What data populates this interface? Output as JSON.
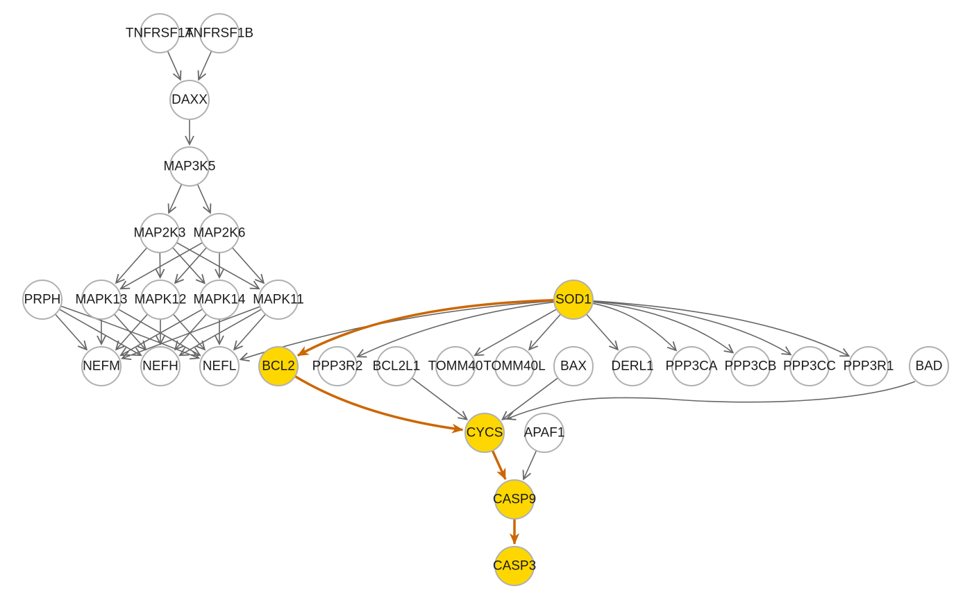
{
  "title": "Pathway network",
  "colors": {
    "highlight_fill": "#FFD700",
    "normal_fill": "#FFFFFF",
    "normal_edge": "#666666",
    "highlight_edge": "#CC6600"
  },
  "nodes": [
    {
      "id": "TNFRSF1A",
      "label": "TNFRSF1A",
      "highlight": false
    },
    {
      "id": "TNFRSF1B",
      "label": "TNFRSF1B",
      "highlight": false
    },
    {
      "id": "DAXX",
      "label": "DAXX",
      "highlight": false
    },
    {
      "id": "MAP3K5",
      "label": "MAP3K5",
      "highlight": false
    },
    {
      "id": "MAP2K3",
      "label": "MAP2K3",
      "highlight": false
    },
    {
      "id": "MAP2K6",
      "label": "MAP2K6",
      "highlight": false
    },
    {
      "id": "PRPH",
      "label": "PRPH",
      "highlight": false
    },
    {
      "id": "MAPK13",
      "label": "MAPK13",
      "highlight": false
    },
    {
      "id": "MAPK12",
      "label": "MAPK12",
      "highlight": false
    },
    {
      "id": "MAPK14",
      "label": "MAPK14",
      "highlight": false
    },
    {
      "id": "MAPK11",
      "label": "MAPK11",
      "highlight": false
    },
    {
      "id": "SOD1",
      "label": "SOD1",
      "highlight": true
    },
    {
      "id": "NEFM",
      "label": "NEFM",
      "highlight": false
    },
    {
      "id": "NEFH",
      "label": "NEFH",
      "highlight": false
    },
    {
      "id": "NEFL",
      "label": "NEFL",
      "highlight": false
    },
    {
      "id": "BCL2",
      "label": "BCL2",
      "highlight": true
    },
    {
      "id": "PPP3R2",
      "label": "PPP3R2",
      "highlight": false
    },
    {
      "id": "BCL2L1",
      "label": "BCL2L1",
      "highlight": false
    },
    {
      "id": "TOMM40",
      "label": "TOMM40",
      "highlight": false
    },
    {
      "id": "TOMM40L",
      "label": "TOMM40L",
      "highlight": false
    },
    {
      "id": "BAX",
      "label": "BAX",
      "highlight": false
    },
    {
      "id": "DERL1",
      "label": "DERL1",
      "highlight": false
    },
    {
      "id": "PPP3CA",
      "label": "PPP3CA",
      "highlight": false
    },
    {
      "id": "PPP3CB",
      "label": "PPP3CB",
      "highlight": false
    },
    {
      "id": "PPP3CC",
      "label": "PPP3CC",
      "highlight": false
    },
    {
      "id": "PPP3R1",
      "label": "PPP3R1",
      "highlight": false
    },
    {
      "id": "BAD",
      "label": "BAD",
      "highlight": false
    },
    {
      "id": "CYCS",
      "label": "CYCS",
      "highlight": true
    },
    {
      "id": "APAF1",
      "label": "APAF1",
      "highlight": false
    },
    {
      "id": "CASP9",
      "label": "CASP9",
      "highlight": true
    },
    {
      "id": "CASP3",
      "label": "CASP3",
      "highlight": true
    }
  ],
  "edges": [
    {
      "from": "TNFRSF1A",
      "to": "DAXX",
      "highlight": false
    },
    {
      "from": "TNFRSF1B",
      "to": "DAXX",
      "highlight": false
    },
    {
      "from": "DAXX",
      "to": "MAP3K5",
      "highlight": false
    },
    {
      "from": "MAP3K5",
      "to": "MAP2K3",
      "highlight": false
    },
    {
      "from": "MAP3K5",
      "to": "MAP2K6",
      "highlight": false
    },
    {
      "from": "MAP2K3",
      "to": "MAPK13",
      "highlight": false
    },
    {
      "from": "MAP2K3",
      "to": "MAPK12",
      "highlight": false
    },
    {
      "from": "MAP2K3",
      "to": "MAPK14",
      "highlight": false
    },
    {
      "from": "MAP2K3",
      "to": "MAPK11",
      "highlight": false
    },
    {
      "from": "MAP2K6",
      "to": "MAPK13",
      "highlight": false
    },
    {
      "from": "MAP2K6",
      "to": "MAPK12",
      "highlight": false
    },
    {
      "from": "MAP2K6",
      "to": "MAPK14",
      "highlight": false
    },
    {
      "from": "MAP2K6",
      "to": "MAPK11",
      "highlight": false
    },
    {
      "from": "PRPH",
      "to": "NEFM",
      "highlight": false
    },
    {
      "from": "PRPH",
      "to": "NEFH",
      "highlight": false
    },
    {
      "from": "PRPH",
      "to": "NEFL",
      "highlight": false
    },
    {
      "from": "MAPK13",
      "to": "NEFM",
      "highlight": false
    },
    {
      "from": "MAPK13",
      "to": "NEFH",
      "highlight": false
    },
    {
      "from": "MAPK13",
      "to": "NEFL",
      "highlight": false
    },
    {
      "from": "MAPK12",
      "to": "NEFM",
      "highlight": false
    },
    {
      "from": "MAPK12",
      "to": "NEFH",
      "highlight": false
    },
    {
      "from": "MAPK12",
      "to": "NEFL",
      "highlight": false
    },
    {
      "from": "MAPK14",
      "to": "NEFM",
      "highlight": false
    },
    {
      "from": "MAPK14",
      "to": "NEFH",
      "highlight": false
    },
    {
      "from": "MAPK14",
      "to": "NEFL",
      "highlight": false
    },
    {
      "from": "MAPK11",
      "to": "NEFM",
      "highlight": false
    },
    {
      "from": "MAPK11",
      "to": "NEFH",
      "highlight": false
    },
    {
      "from": "MAPK11",
      "to": "NEFL",
      "highlight": false
    },
    {
      "from": "SOD1",
      "to": "NEFL",
      "highlight": false
    },
    {
      "from": "SOD1",
      "to": "BCL2",
      "highlight": true
    },
    {
      "from": "SOD1",
      "to": "PPP3R2",
      "highlight": false
    },
    {
      "from": "SOD1",
      "to": "TOMM40",
      "highlight": false
    },
    {
      "from": "SOD1",
      "to": "TOMM40L",
      "highlight": false
    },
    {
      "from": "SOD1",
      "to": "DERL1",
      "highlight": false
    },
    {
      "from": "SOD1",
      "to": "PPP3CA",
      "highlight": false
    },
    {
      "from": "SOD1",
      "to": "PPP3CB",
      "highlight": false
    },
    {
      "from": "SOD1",
      "to": "PPP3CC",
      "highlight": false
    },
    {
      "from": "SOD1",
      "to": "PPP3R1",
      "highlight": false
    },
    {
      "from": "BCL2",
      "to": "CYCS",
      "highlight": true
    },
    {
      "from": "BCL2L1",
      "to": "CYCS",
      "highlight": false
    },
    {
      "from": "BAX",
      "to": "CYCS",
      "highlight": false
    },
    {
      "from": "BAD",
      "to": "CYCS",
      "highlight": false
    },
    {
      "from": "CYCS",
      "to": "CASP9",
      "highlight": true
    },
    {
      "from": "APAF1",
      "to": "CASP9",
      "highlight": false
    },
    {
      "from": "CASP9",
      "to": "CASP3",
      "highlight": true
    }
  ]
}
